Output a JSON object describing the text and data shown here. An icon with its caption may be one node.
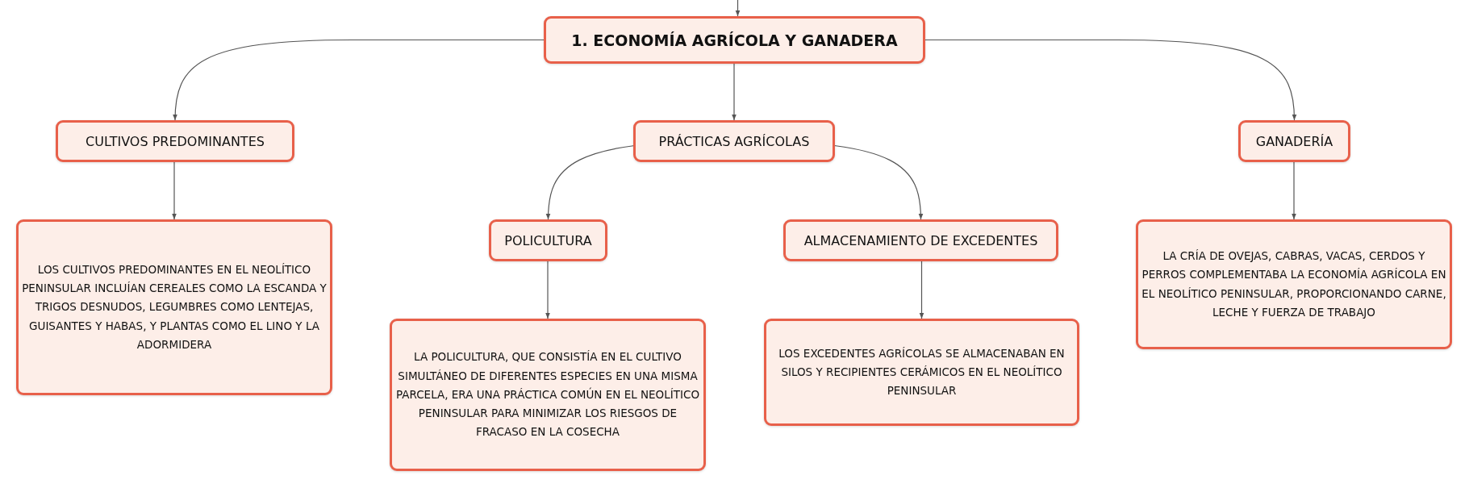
{
  "diagram": {
    "nodes": [
      {
        "text": [
          "1. ECONOMÍA AGRÍCOLA Y GANADERA"
        ]
      },
      {
        "text": [
          "CULTIVOS PREDOMINANTES"
        ]
      },
      {
        "text": [
          "PRÁCTICAS AGRÍCOLAS"
        ]
      },
      {
        "text": [
          "GANADERÍA"
        ]
      },
      {
        "text": [
          "LOS CULTIVOS PREDOMINANTES EN EL NEOLÍTICO PENINSULAR INCLUÍAN CEREALES COMO LA ESCANDA Y TRIGOS DESNUDOS, LEGUMBRES COMO LENTEJAS, GUISANTES Y HABAS, Y PLANTAS COMO EL LINO Y LA ADORMIDERA"
        ]
      },
      {
        "text": [
          "POLICULTURA"
        ]
      },
      {
        "text": [
          "ALMACENAMIENTO DE EXCEDENTES"
        ]
      },
      {
        "text": [
          "LA CRÍA DE OVEJAS, CABRAS, VACAS, CERDOS Y PERROS COMPLEMENTABA LA ECONOMÍA AGRÍCOLA EN EL NEOLÍTICO PENINSULAR, PROPORCIONANDO CARNE, LECHE Y FUERZA DE TRABAJO"
        ]
      },
      {
        "text": [
          "LA POLICULTURA, QUE CONSISTÍA EN EL CULTIVO SIMULTÁNEO DE DIFERENTES ESPECIES EN UNA MISMA PARCELA, ERA UNA PRÁCTICA COMÚN EN EL NEOLÍTICO PENINSULAR PARA MINIMIZAR LOS RIESGOS DE FRACASO EN LA COSECHA"
        ]
      },
      {
        "text": [
          "LOS EXCEDENTES AGRÍCOLAS SE ALMACENABAN EN SILOS Y RECIPIENTES CERÁMICOS EN EL NEOLÍTICO PENINSULAR"
        ]
      }
    ],
    "edges": [
      {
        "from": null,
        "to": 0,
        "arrow": "to"
      },
      {
        "from": 0,
        "to": 1,
        "arrow": "to"
      },
      {
        "from": 0,
        "to": 2,
        "arrow": "to"
      },
      {
        "from": 0,
        "to": 3,
        "arrow": "to"
      },
      {
        "from": 1,
        "to": 4,
        "arrow": "to"
      },
      {
        "from": 2,
        "to": 5,
        "arrow": "to"
      },
      {
        "from": 2,
        "to": 6,
        "arrow": "to"
      },
      {
        "from": 3,
        "to": 7,
        "arrow": "to"
      },
      {
        "from": 5,
        "to": 8,
        "arrow": "to"
      },
      {
        "from": 6,
        "to": 9,
        "arrow": "to"
      }
    ]
  }
}
